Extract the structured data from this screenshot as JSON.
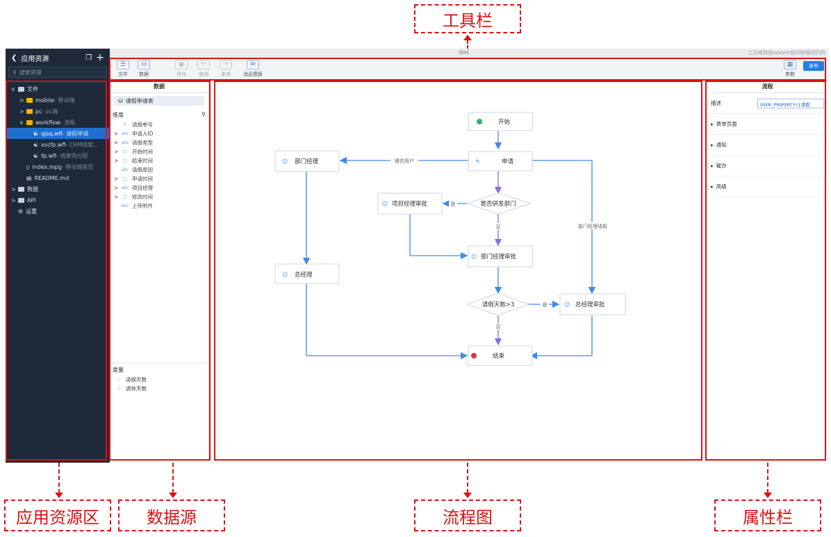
{
  "annotations": {
    "toolbar": "工具栏",
    "app_resources": "应用资源区",
    "datasource": "数据源",
    "flowchart": "流程图",
    "properties": "属性栏"
  },
  "topbar": {
    "title": "qjsq",
    "status": "上次修改由system在20秒前进行的"
  },
  "sidebar": {
    "title": "应用资源",
    "search_placeholder": "搜索资源",
    "items": [
      {
        "label": "文件",
        "sub": ""
      },
      {
        "label": "mobile",
        "sub": " - 移动端"
      },
      {
        "label": "pc",
        "sub": " - pc端"
      },
      {
        "label": "workflow",
        "sub": " - 流程"
      },
      {
        "label": "qjsq.wfl",
        "sub": " - 请假申请"
      },
      {
        "label": "xscfp.wfl",
        "sub": " - CRM线索..."
      },
      {
        "label": "fp.wfl",
        "sub": " - 线索池分配"
      },
      {
        "label": "index.mpg",
        "sub": " - 移动端首页"
      },
      {
        "label": "README.md",
        "sub": ""
      },
      {
        "label": "数据",
        "sub": ""
      },
      {
        "label": "API",
        "sub": ""
      },
      {
        "label": "设置",
        "sub": ""
      }
    ]
  },
  "toolbar": {
    "file": "文件",
    "data": "数据",
    "save": "保存",
    "undo": "撤销",
    "redo": "重做",
    "msg_template": "消息模板",
    "params": "参数",
    "publish": "发布"
  },
  "datasource": {
    "title": "数据",
    "table": "请假申请表",
    "dimension_label": "维度",
    "measure_label": "度量",
    "dimensions": [
      {
        "type": "key",
        "label": "请假单号"
      },
      {
        "type": "abc",
        "label": "申请人ID"
      },
      {
        "type": "abc",
        "label": "请假类型"
      },
      {
        "type": "date",
        "label": "开始时间"
      },
      {
        "type": "date",
        "label": "结束时间"
      },
      {
        "type": "abc",
        "label": "请假原因"
      },
      {
        "type": "date",
        "label": "申请时间"
      },
      {
        "type": "abc",
        "label": "项目经理"
      },
      {
        "type": "date",
        "label": "修改时间"
      },
      {
        "type": "abc",
        "label": "上传附件"
      }
    ],
    "measures": [
      "请假天数",
      "调休天数"
    ]
  },
  "flow": {
    "start": "开始",
    "apply": "申请",
    "dept_mgr": "部门经理",
    "is_rd": "是否研发部门",
    "pm_approve": "项目经理审批",
    "dept_approve": "部门经理审批",
    "general_mgr": "总经理",
    "days_gt3": "请假天数>3",
    "gm_approve": "总经理审批",
    "end": "结束",
    "edge_wechat": "微信用户",
    "edge_yes1": "是",
    "edge_no1": "否",
    "edge_dept_mgr_leave": "部门经理请假",
    "edge_yes2": "是",
    "edge_no2": "否"
  },
  "properties": {
    "title": "流程",
    "desc_label": "描述",
    "desc_value": "USER_PROPERTY({请假",
    "sections": [
      "表单页面",
      "通知",
      "催办",
      "高级"
    ]
  }
}
